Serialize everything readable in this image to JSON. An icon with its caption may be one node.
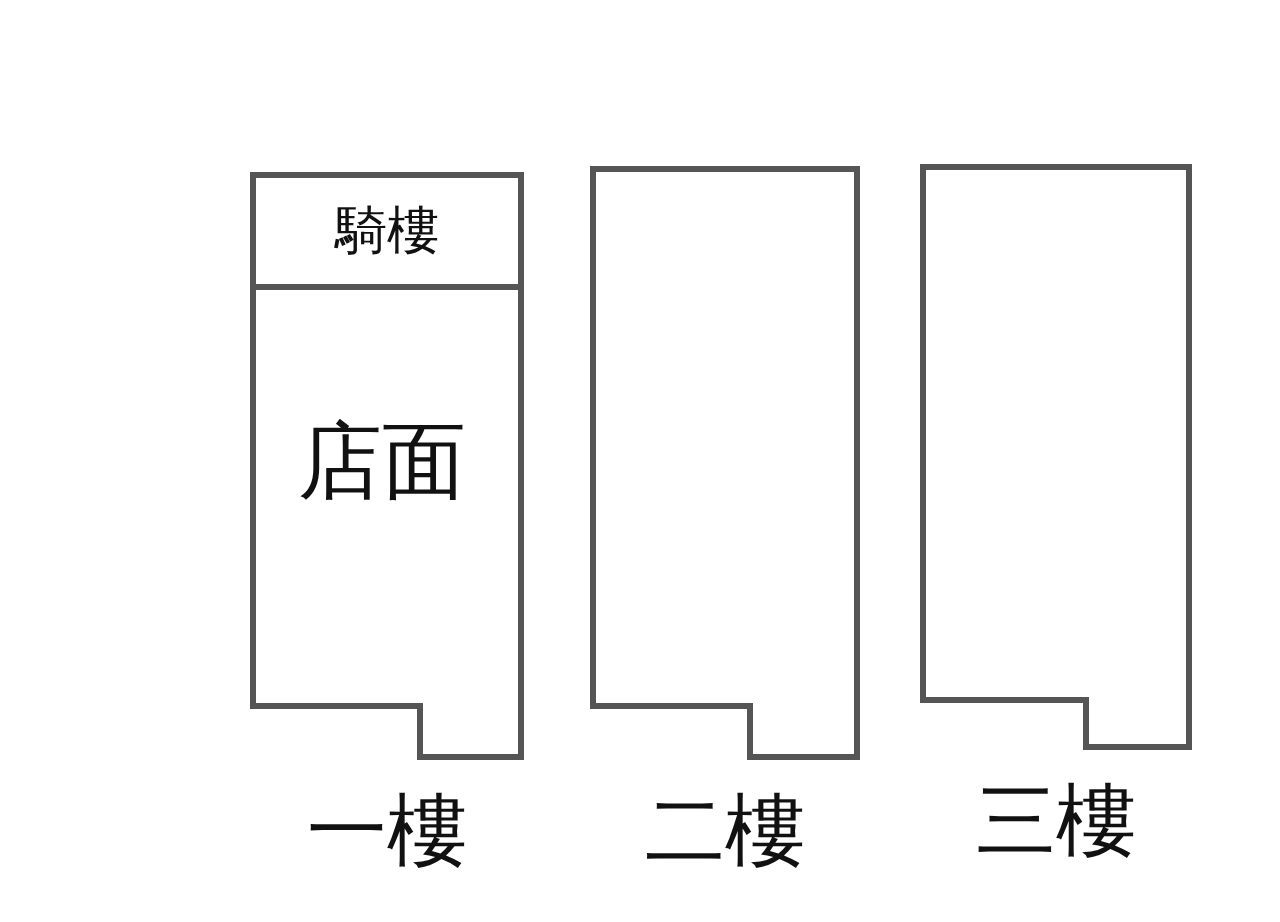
{
  "diagram": {
    "nodes": [
      {
        "text": [
          "一樓"
        ]
      },
      {
        "text": [
          "騎樓"
        ],
        "in": 0
      },
      {
        "text": [
          "店面"
        ],
        "in": 0
      },
      {
        "text": [
          "二樓"
        ]
      },
      {
        "text": [
          "三樓"
        ]
      }
    ],
    "edges": []
  }
}
